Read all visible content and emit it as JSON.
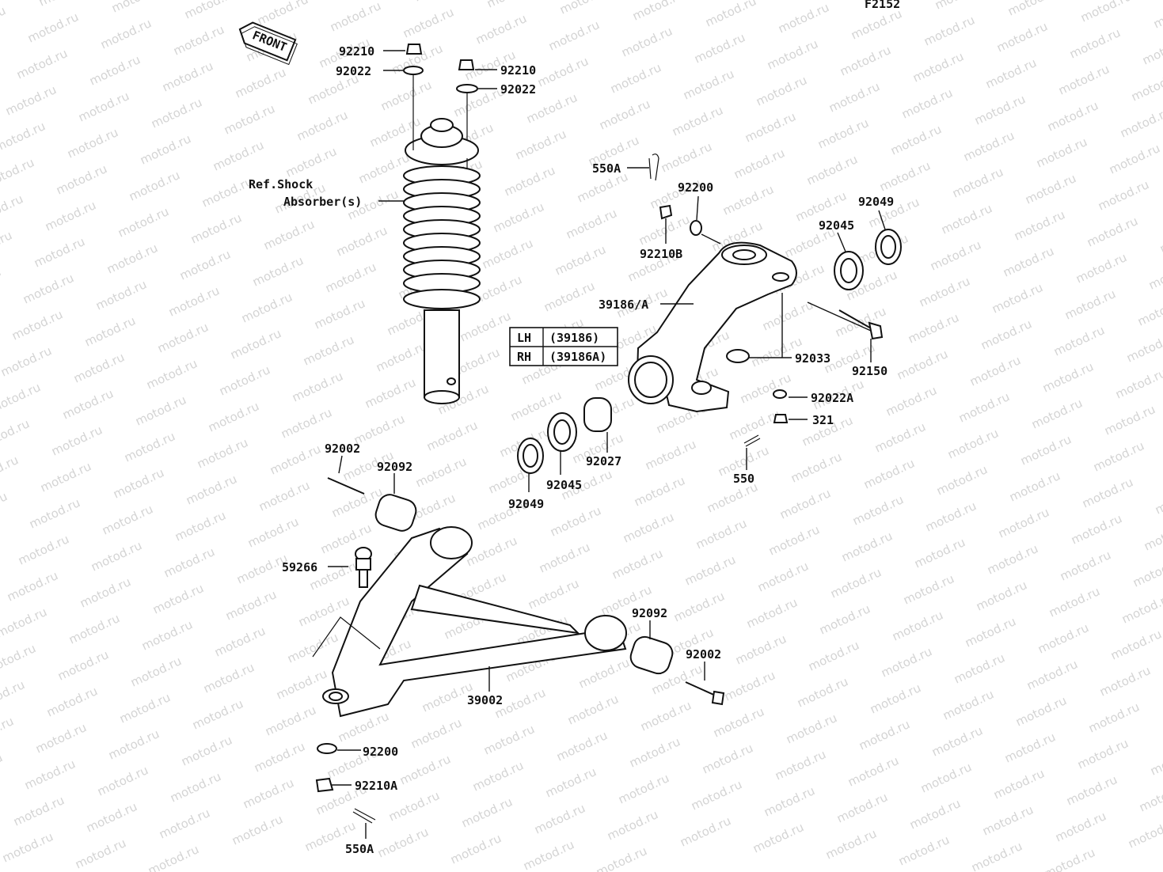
{
  "diagram_code": "F2152",
  "front_label": "FRONT",
  "watermark": "motod.ru",
  "ref_note": {
    "line1": "Ref.Shock",
    "line2": "Absorber(s)"
  },
  "lh_rh_table": [
    {
      "side": "LH",
      "part": "(39186)"
    },
    {
      "side": "RH",
      "part": "(39186A)"
    }
  ],
  "labels": {
    "nut_left_top": "92210",
    "washer_left_top": "92022",
    "nut_right_top": "92210",
    "washer_right_top": "92022",
    "cotter_upper": "550A",
    "washer_knuckle_top": "92200",
    "nut_knuckle_top": "92210B",
    "bearing_outer_right": "92049",
    "bearing_inner_right": "92045",
    "knuckle": "39186/A",
    "circlip": "92033",
    "bolt_knuckle": "92150",
    "washer_knuckle_bottom": "92022A",
    "nut_knuckle_bottom": "321",
    "cotter_knuckle": "550",
    "spacer": "92027",
    "bearing_inner_left": "92045",
    "bearing_outer_left": "92049",
    "bolt_arm_left": "92002",
    "bushing_arm_left": "92092",
    "ball_joint": "59266",
    "bushing_arm_right": "92092",
    "bolt_arm_right": "92002",
    "arm": "39002",
    "washer_bottom": "92200",
    "nut_bottom": "92210A",
    "cotter_bottom": "550A"
  }
}
